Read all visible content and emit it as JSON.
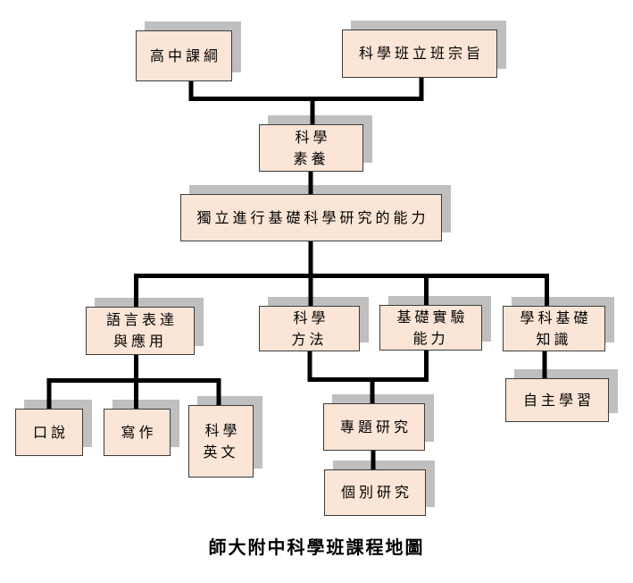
{
  "diagram": {
    "caption": "師大附中科學班課程地圖",
    "colors": {
      "background": "#ffffff",
      "box_fill": "#fbe5d6",
      "box_border": "#3c3c3c",
      "box_shadow": "#bfbfbf",
      "connector": "#000000",
      "text": "#000000"
    },
    "nodes": {
      "curriculum": {
        "label": "高中課綱"
      },
      "purpose": {
        "label": "科學班立班宗旨"
      },
      "literacy": {
        "label": "科學\n素養"
      },
      "ability": {
        "label": "獨立進行基礎科學研究的能力"
      },
      "language": {
        "label": "語言表達\n與應用"
      },
      "method": {
        "label": "科學\n方法"
      },
      "experiment": {
        "label": "基礎實驗\n能力"
      },
      "knowledge": {
        "label": "學科基礎\n知識"
      },
      "speaking": {
        "label": "口說"
      },
      "writing": {
        "label": "寫作"
      },
      "english": {
        "label": "科學\n英文"
      },
      "project": {
        "label": "專題研究"
      },
      "individual": {
        "label": "個別研究"
      },
      "selflearning": {
        "label": "自主學習"
      }
    }
  }
}
